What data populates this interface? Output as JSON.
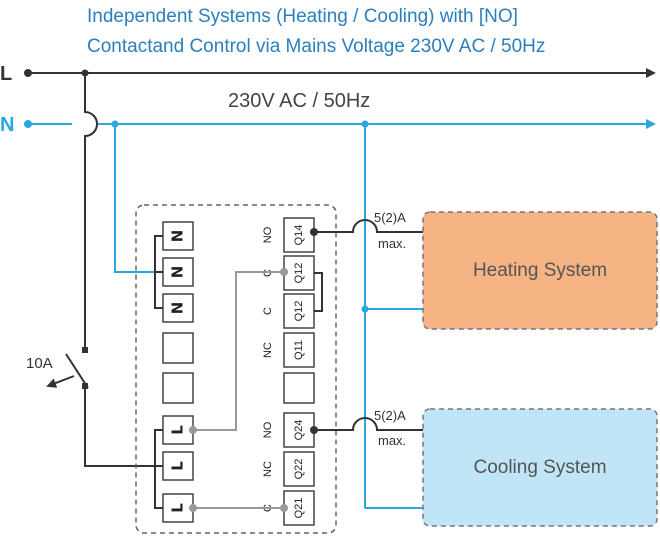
{
  "title": {
    "line1": "Independent Systems (Heating / Cooling) with [NO]",
    "line2": "Contactand Control via Mains Voltage 230V AC / 50Hz"
  },
  "rails": {
    "live": "L",
    "neutral": "N",
    "voltage": "230V AC / 50Hz"
  },
  "fuse": {
    "label": "10A"
  },
  "terminals": {
    "left": [
      "N",
      "N",
      "N",
      "",
      "",
      "L",
      "L",
      "L"
    ],
    "right": [
      "Q14",
      "Q12",
      "Q12",
      "Q11",
      "",
      "Q24",
      "Q22",
      "Q21"
    ],
    "side": [
      "NO",
      "C",
      "C",
      "NC",
      "",
      "NO",
      "NC",
      "C"
    ]
  },
  "ratings": {
    "heating": {
      "value": "5(2)A",
      "unit": "max."
    },
    "cooling": {
      "value": "5(2)A",
      "unit": "max."
    }
  },
  "systems": {
    "heating": "Heating System",
    "cooling": "Cooling System"
  },
  "colors": {
    "live": "#333333",
    "neutral": "#29a8e0",
    "control": "#999999",
    "heating_fill": "#f6b384",
    "cooling_fill": "#bfe5f7",
    "title": "#2b7fbd"
  }
}
